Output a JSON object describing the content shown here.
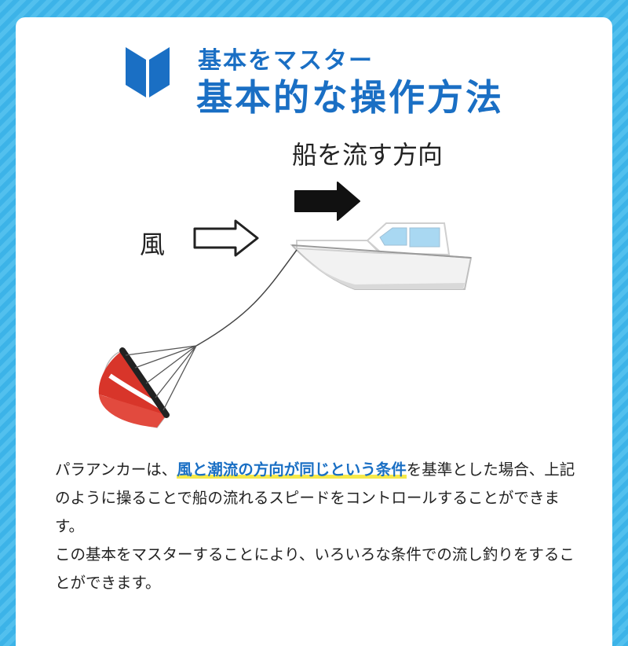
{
  "header": {
    "subtitle": "基本をマスター",
    "title": "基本的な操作方法",
    "badge_icon": "beginner-mark-icon"
  },
  "diagram": {
    "direction_label": "船を流す方向",
    "wind_label": "風",
    "icons": [
      "drift-direction-arrow-icon",
      "wind-arrow-icon",
      "boat-icon",
      "parachute-anchor-icon"
    ],
    "colors": {
      "accent": "#1a6fc4",
      "highlight": "#f6e94a",
      "anchor_red": "#d8352a",
      "boat_window": "#a9d8f2",
      "stripes": "#3cb3e8"
    }
  },
  "description": {
    "line1_pre": "パラアンカーは、",
    "line1_highlight": "風と潮流の方向が同じという条件",
    "line1_post": "を基準とした場合、上記のように操ることで船の流れるスピードをコントロールすることができます。",
    "line2": "この基本をマスターすることにより、いろいろな条件での流し釣りをすることができます。"
  }
}
